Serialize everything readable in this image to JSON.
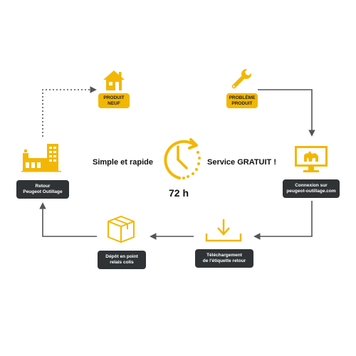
{
  "colors": {
    "accent": "#F2B705",
    "dark_label": "#2F3336",
    "arrow": "#555555"
  },
  "center": {
    "left_text": "Simple et rapide",
    "right_text": "Service GRATUIT !",
    "duration": "72 h",
    "icon": "clock-icon"
  },
  "steps": {
    "new_product": {
      "lines": [
        "PRODUIT",
        "NEUF"
      ],
      "icon": "house-icon"
    },
    "problem": {
      "lines": [
        "PROBLÈME",
        "PRODUIT"
      ],
      "icon": "wrench-icon"
    },
    "connection": {
      "lines": [
        "Connexion sur",
        "peugeot-outillage.com"
      ],
      "icon": "monitor-icon"
    },
    "download": {
      "lines": [
        "Téléchargement",
        "de l'étiquette retour"
      ],
      "icon": "download-icon"
    },
    "dropoff": {
      "lines": [
        "Dépôt en point",
        "relais colis"
      ],
      "icon": "package-icon"
    },
    "return": {
      "lines": [
        "Retour",
        "Peugeot Outillage"
      ],
      "icon": "factory-icon"
    }
  }
}
